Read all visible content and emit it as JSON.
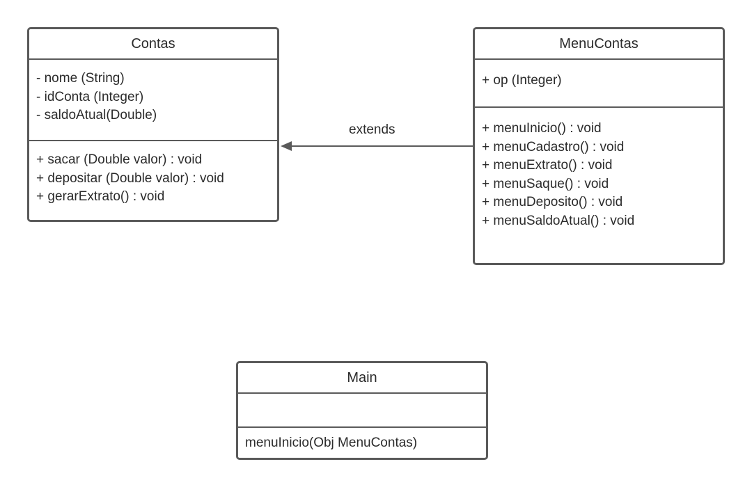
{
  "diagram": {
    "classes": {
      "contas": {
        "name": "Contas",
        "attributes": [
          "- nome (String)",
          "- idConta (Integer)",
          "- saldoAtual(Double)"
        ],
        "methods": [
          "+ sacar (Double valor) : void",
          "+ depositar (Double valor) : void",
          "+ gerarExtrato() : void"
        ]
      },
      "menucontas": {
        "name": "MenuContas",
        "attributes": [
          "+ op (Integer)"
        ],
        "methods": [
          "+ menuInicio() : void",
          "+ menuCadastro() : void",
          "+ menuExtrato() : void",
          "+ menuSaque() : void",
          "+ menuDeposito() : void",
          "+ menuSaldoAtual() : void"
        ]
      },
      "main": {
        "name": "Main",
        "attributes": [],
        "methods": [
          "menuInicio(Obj MenuContas)"
        ]
      }
    },
    "relations": {
      "extends": {
        "label": "extends",
        "from": "MenuContas",
        "to": "Contas"
      }
    },
    "colors": {
      "stroke": "#5a5a5a",
      "text": "#2b2b2b",
      "background": "#ffffff"
    }
  }
}
